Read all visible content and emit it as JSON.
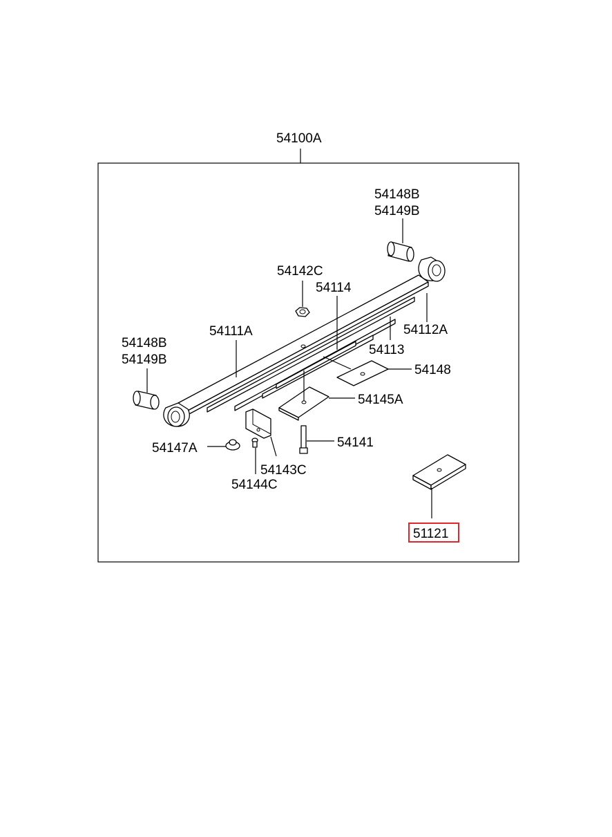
{
  "diagram": {
    "assembly_label": "54100A",
    "highlighted_part": "51121",
    "labels": {
      "bushing_front_a": "54148B",
      "bushing_front_b": "54149B",
      "bushing_rear_a": "54148B",
      "bushing_rear_b": "54149B",
      "nut": "54142C",
      "leaf_main": "54111A",
      "leaf_second": "54112A",
      "leaf_third": "54113",
      "leaf_fourth": "54114",
      "pad_upper": "54148",
      "pad_lower": "54145A",
      "bolt": "54141",
      "clip": "54143C",
      "clip_bolt": "54144C",
      "bumper": "54147A",
      "spacer_plate": "51121"
    },
    "colors": {
      "highlight": "#e0262b",
      "line": "#000000",
      "background": "#ffffff"
    }
  }
}
